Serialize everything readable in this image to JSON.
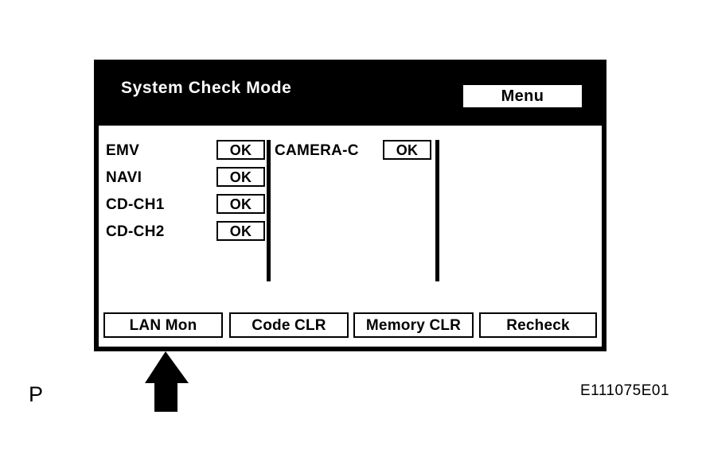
{
  "panel": {
    "title": "System Check Mode",
    "menu_button": "Menu"
  },
  "checks": {
    "left_column": [
      {
        "label": "EMV",
        "status": "OK"
      },
      {
        "label": "NAVI",
        "status": "OK"
      },
      {
        "label": "CD-CH1",
        "status": "OK"
      },
      {
        "label": "CD-CH2",
        "status": "OK"
      }
    ],
    "middle_column": [
      {
        "label": "CAMERA-C",
        "status": "OK"
      }
    ]
  },
  "buttons": {
    "lan_mon": "LAN Mon",
    "code_clr": "Code CLR",
    "memory_clr": "Memory CLR",
    "recheck": "Recheck"
  },
  "annotations": {
    "figure_letter": "P",
    "figure_code": "E111075E01"
  },
  "colors": {
    "title_bar_background": "#000000",
    "title_text": "#ffffff",
    "panel_background": "#ffffff",
    "outline": "#000000"
  },
  "icons": {
    "callout_arrow": "up-arrow-icon"
  }
}
